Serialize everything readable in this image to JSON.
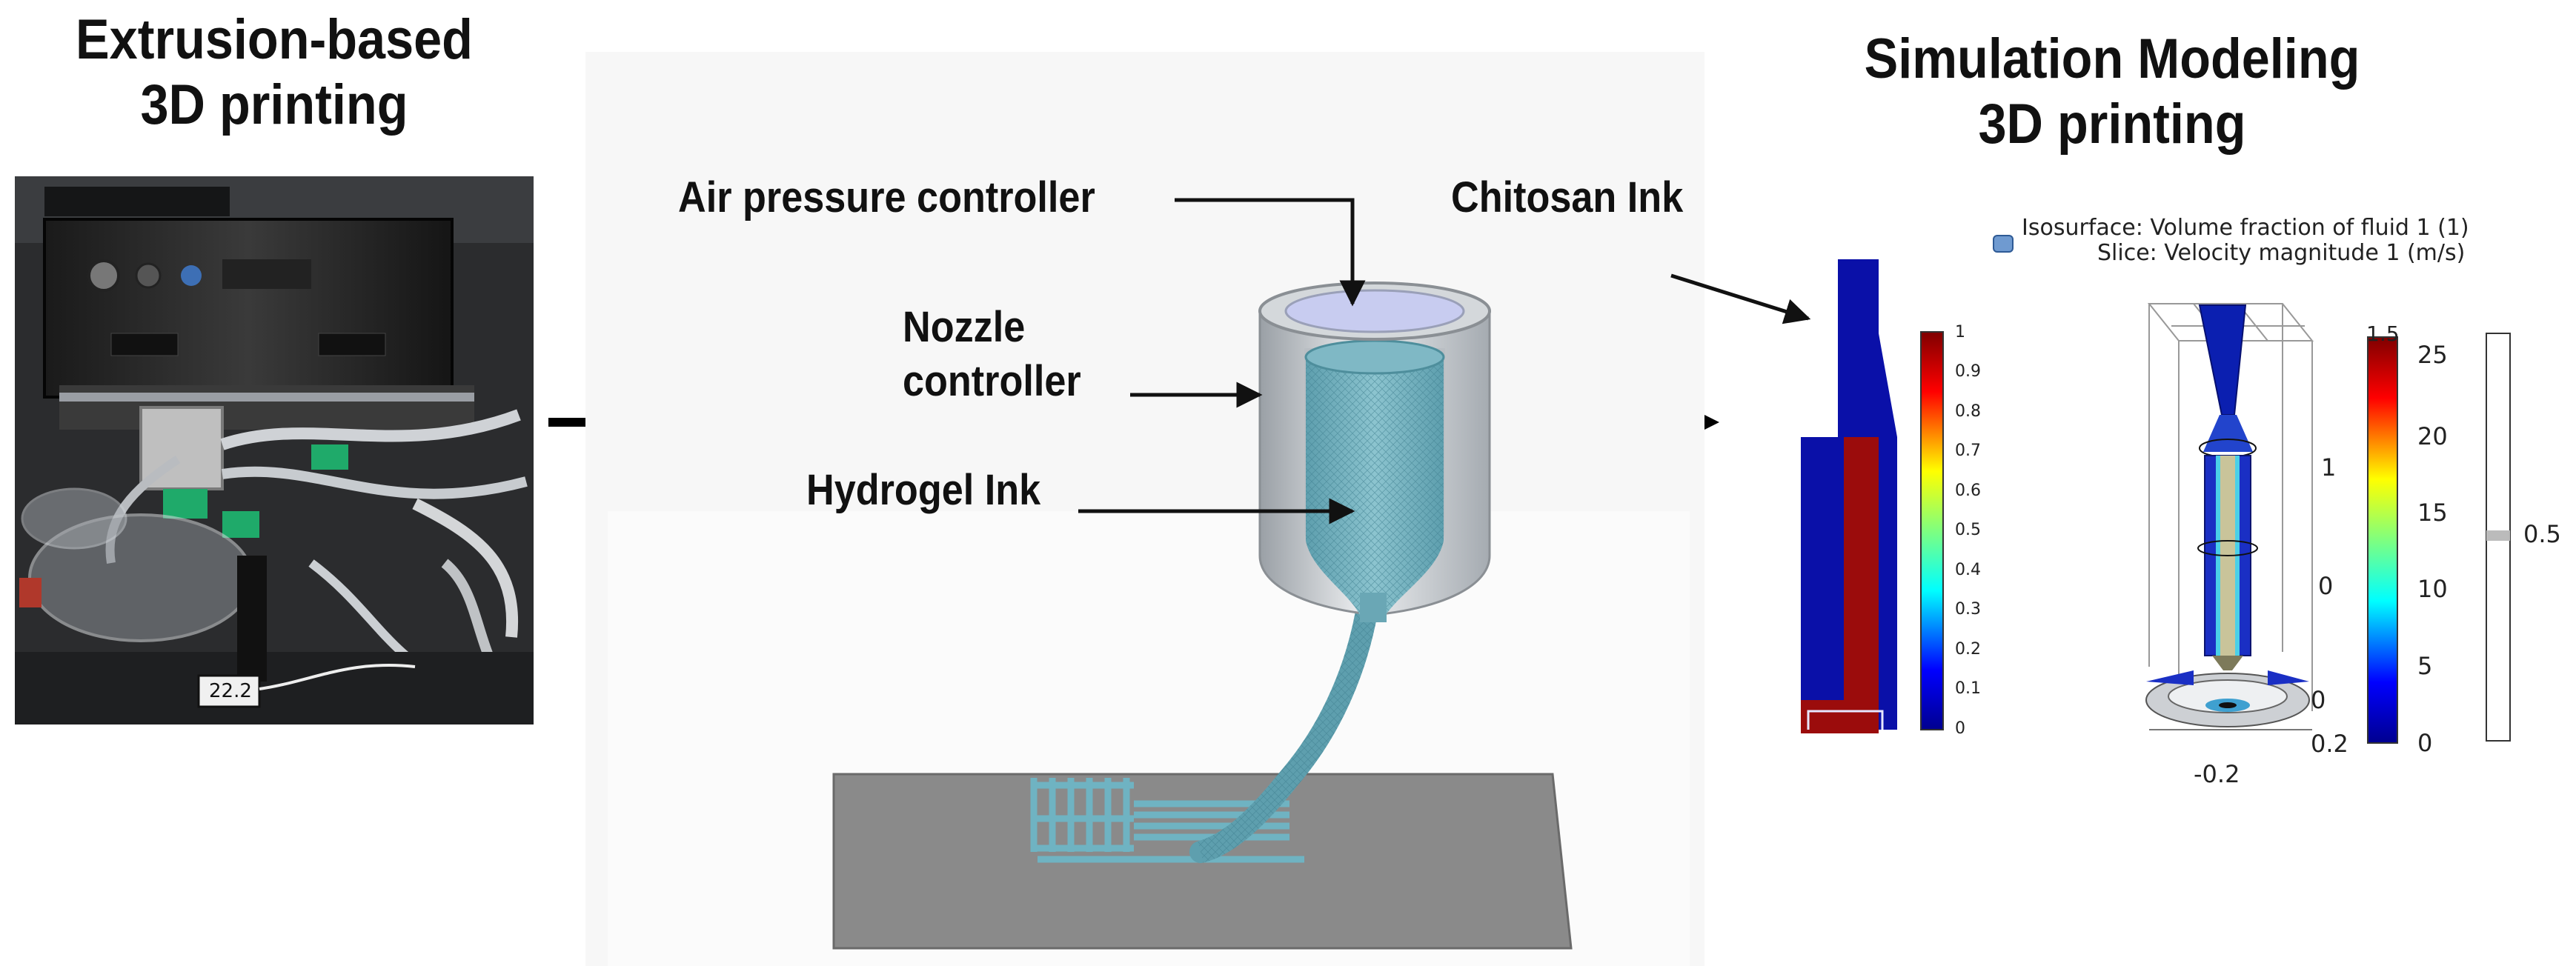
{
  "titles": {
    "left_line1": "Extrusion-based",
    "left_line2": "3D printing",
    "right_line1": "Simulation Modeling",
    "right_line2": "3D printing"
  },
  "labels": {
    "air_pressure": "Air pressure controller",
    "nozzle_line1": "Nozzle",
    "nozzle_line2": "controller",
    "hydrogel": "Hydrogel Ink",
    "chitosan": "Chitosan Ink"
  },
  "photo": {
    "display_reading": "22.2"
  },
  "simulation": {
    "isosurface_label": "Isosurface: Volume fraction of fluid 1 (1)",
    "slice_label": "Slice: Velocity magnitude",
    "slice_unit": "1 (m/s)",
    "fraction_colorbar_ticks": [
      "1",
      "0.9",
      "0.8",
      "0.7",
      "0.6",
      "0.5",
      "0.4",
      "0.3",
      "0.2",
      "0.1",
      "0"
    ],
    "velocity_colorbar_ticks": [
      "25",
      "20",
      "15",
      "10",
      "5",
      "0"
    ],
    "velocity_colorbar_top": "1.5",
    "iso_bar_value": "0.5",
    "axis_ticks": {
      "left_1": "1",
      "left_0": "0",
      "left_0b": "0",
      "x_neg": "-0.2",
      "x_pos": "0.2"
    }
  }
}
